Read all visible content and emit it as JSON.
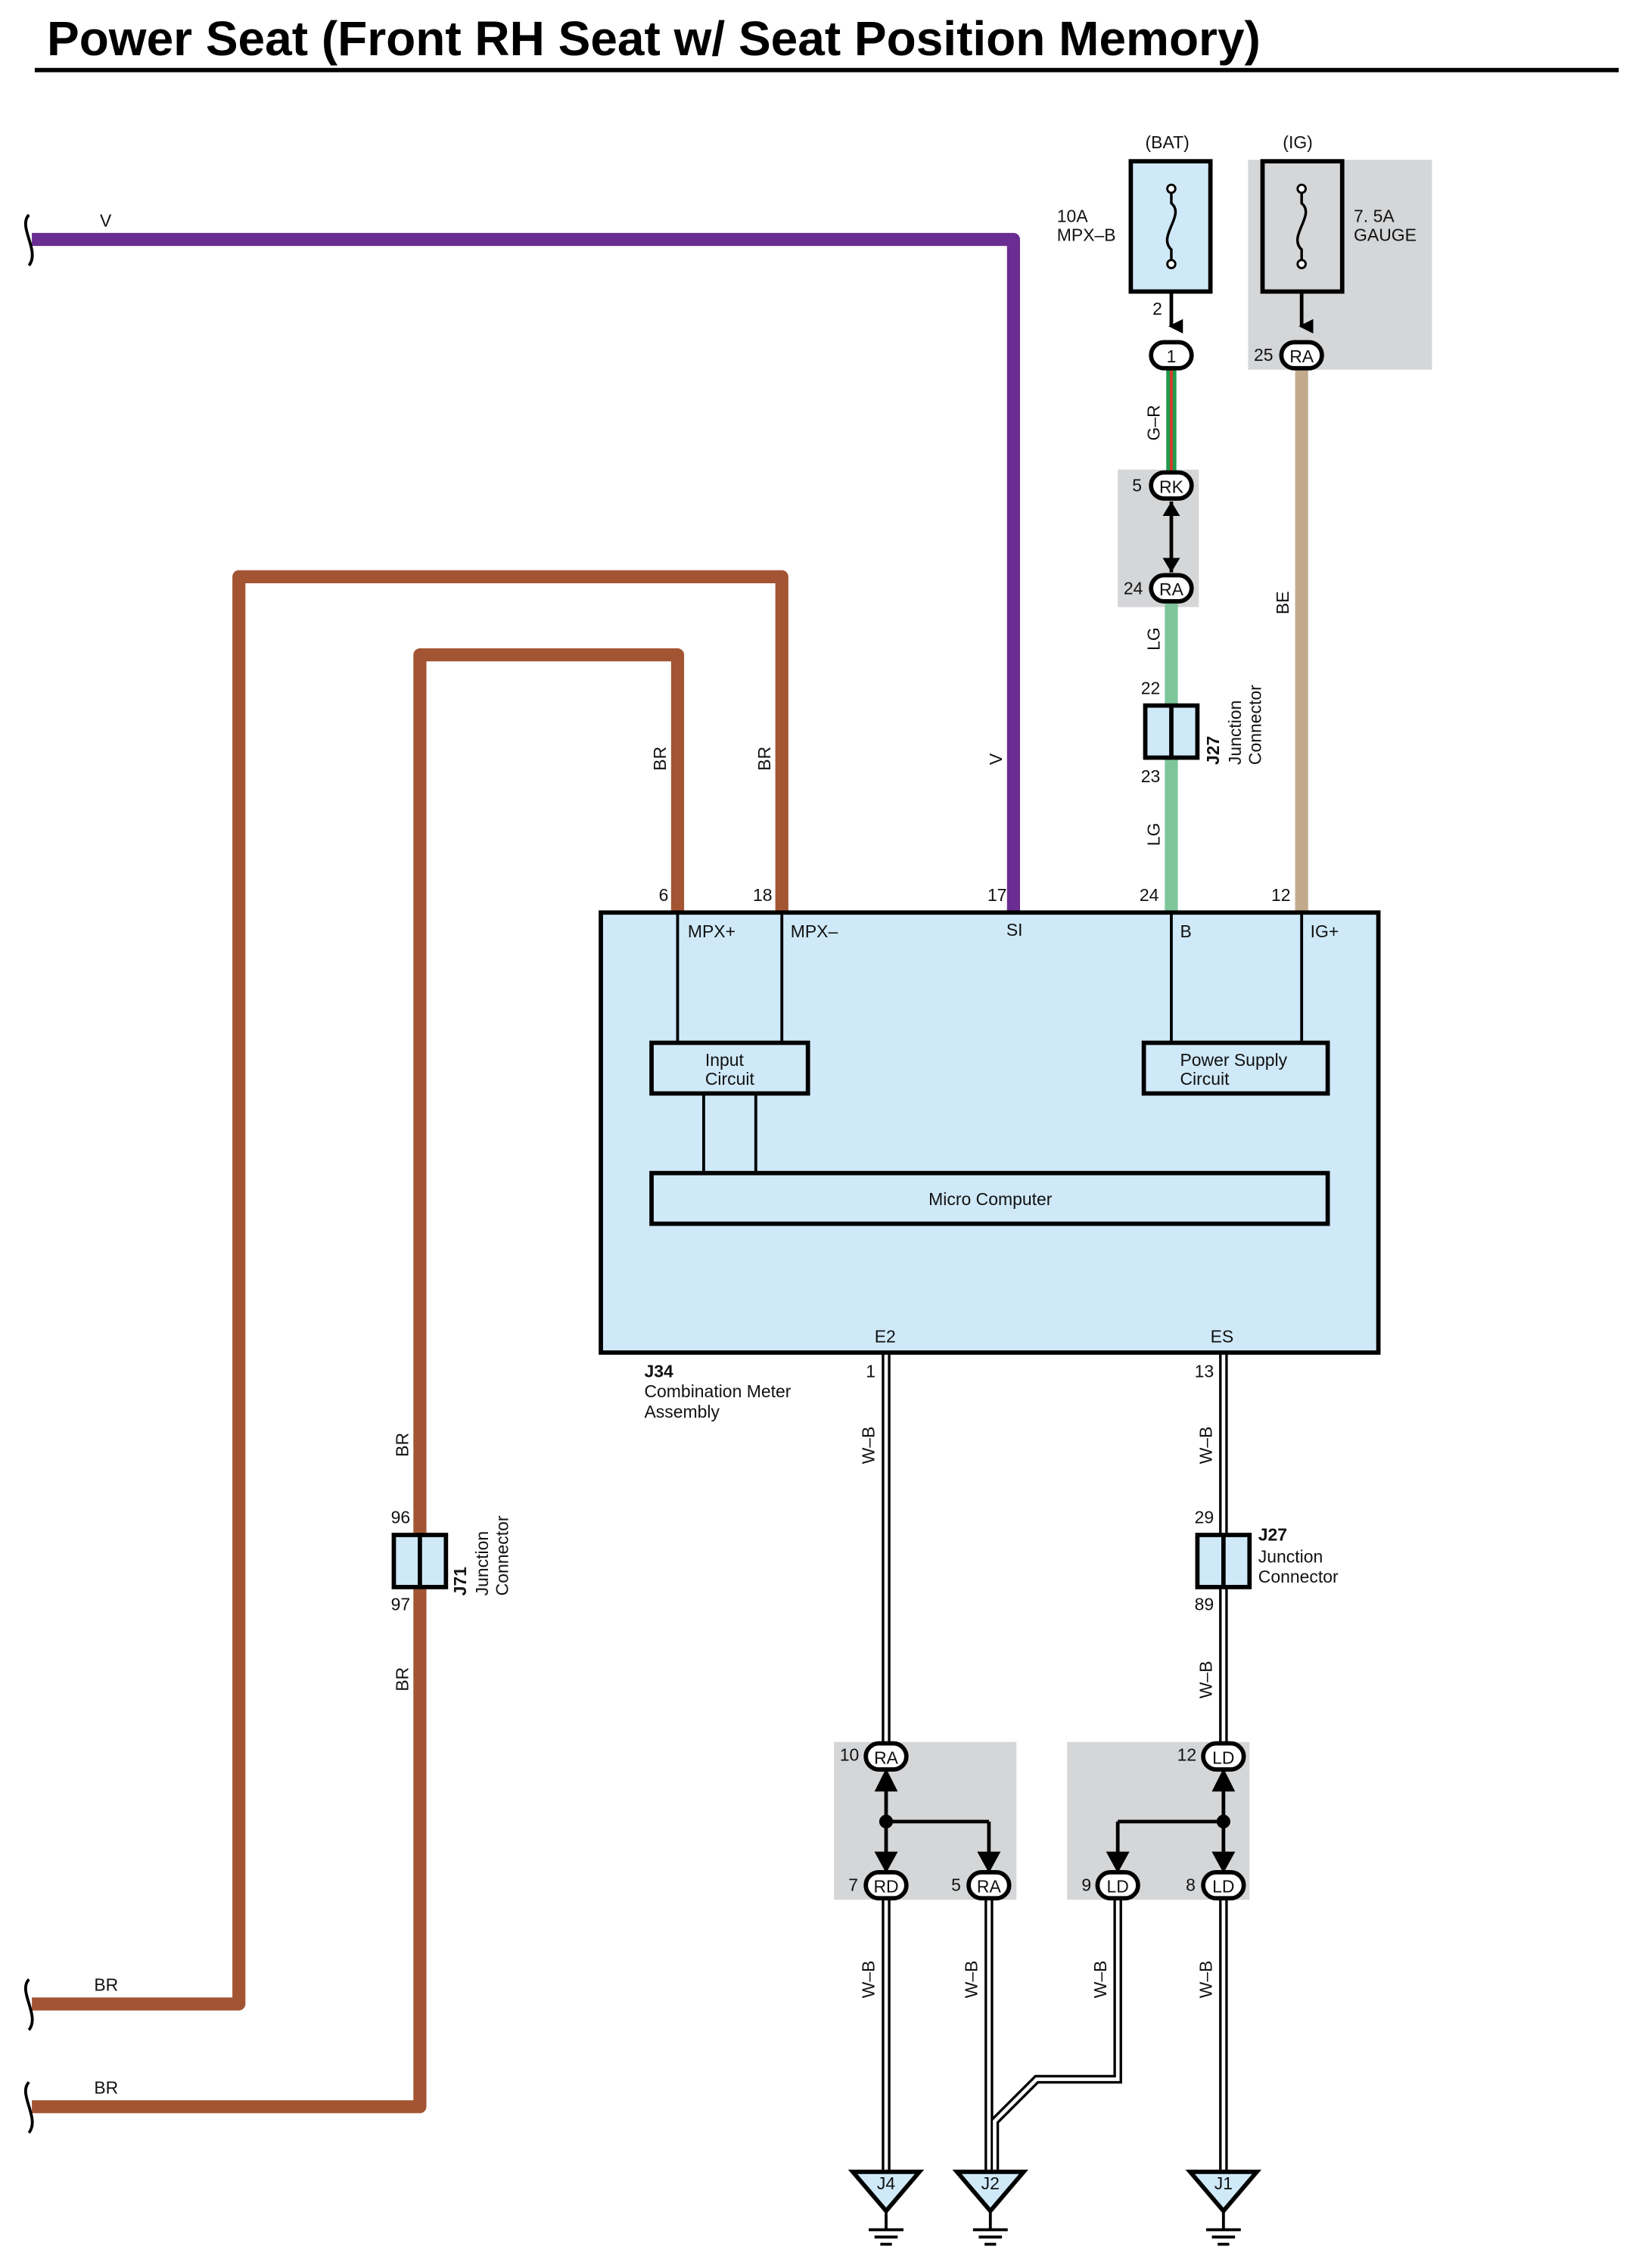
{
  "title": "Power Seat (Front RH Seat w/ Seat Position Memory)",
  "colors": {
    "V": "#6a2d91",
    "BR": "#a35533",
    "LG": "#7dc69a",
    "BE": "#c2ab8c",
    "module_fill": "#cfe9f8",
    "fuse_fill": "#cfe9f8",
    "shade": "#d5d6d8",
    "G": "#1f9a4a",
    "R": "#d8392b"
  },
  "fuses": {
    "bat_supply": "(BAT)",
    "bat_rating": "10A",
    "bat_name": "MPX–B",
    "ig_supply": "(IG)",
    "ig_rating": "7. 5A",
    "ig_name": "GAUGE"
  },
  "wire_labels": {
    "v": "V",
    "br": "BR",
    "gr": "G–R",
    "lg": "LG",
    "be": "BE",
    "wb": "W–B"
  },
  "connectors": {
    "rk": "RK",
    "ra": "RA",
    "rd": "RD",
    "ld": "LD",
    "one": "1"
  },
  "pins": {
    "p2": "2",
    "p1": "1",
    "p25": "25",
    "p5": "5",
    "p24": "24",
    "p22": "22",
    "p23": "23",
    "p24b": "24",
    "p12": "12",
    "p6": "6",
    "p18": "18",
    "p17": "17",
    "p1b": "1",
    "p13": "13",
    "p29": "29",
    "p89": "89",
    "p96": "96",
    "p97": "97",
    "p10": "10",
    "p7": "7",
    "p5b": "5",
    "p12b": "12",
    "p9": "9",
    "p8": "8"
  },
  "junctions": {
    "j27_top": {
      "id": "J27",
      "line1": "Junction",
      "line2": "Connector"
    },
    "j27_bottom": {
      "id": "J27",
      "line1": "Junction",
      "line2": "Connector"
    },
    "j71": {
      "id": "J71",
      "line1": "Junction",
      "line2": "Connector"
    }
  },
  "module": {
    "id": "J34",
    "name_line1": "Combination Meter",
    "name_line2": "Assembly",
    "terminals": {
      "mpx_plus": "MPX+",
      "mpx_minus": "MPX–",
      "si": "SI",
      "b": "B",
      "ig_plus": "IG+",
      "e2": "E2",
      "es": "ES"
    },
    "input_line1": "Input",
    "input_line2": "Circuit",
    "power_line1": "Power Supply",
    "power_line2": "Circuit",
    "micro": "Micro Computer"
  },
  "grounds": {
    "j4": "J4",
    "j2": "J2",
    "j1": "J1"
  }
}
